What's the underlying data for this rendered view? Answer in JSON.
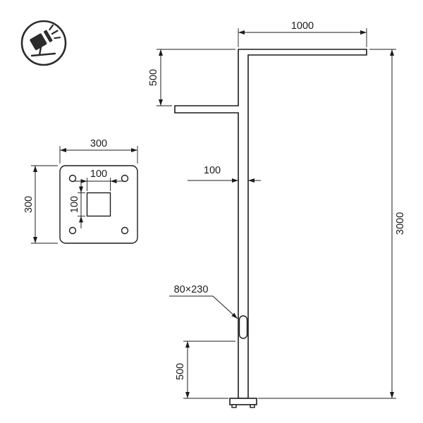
{
  "icon": {
    "label": "floodlight"
  },
  "pole": {
    "dim_arm_length": "1000",
    "dim_arm_drop": "500",
    "dim_pole_width": "100",
    "dim_total_height": "3000",
    "door_label": "80×230",
    "dim_door_height": "500"
  },
  "plate": {
    "dim_width": "300",
    "dim_height": "300",
    "dim_inner_width": "100",
    "dim_inner_height": "100"
  }
}
